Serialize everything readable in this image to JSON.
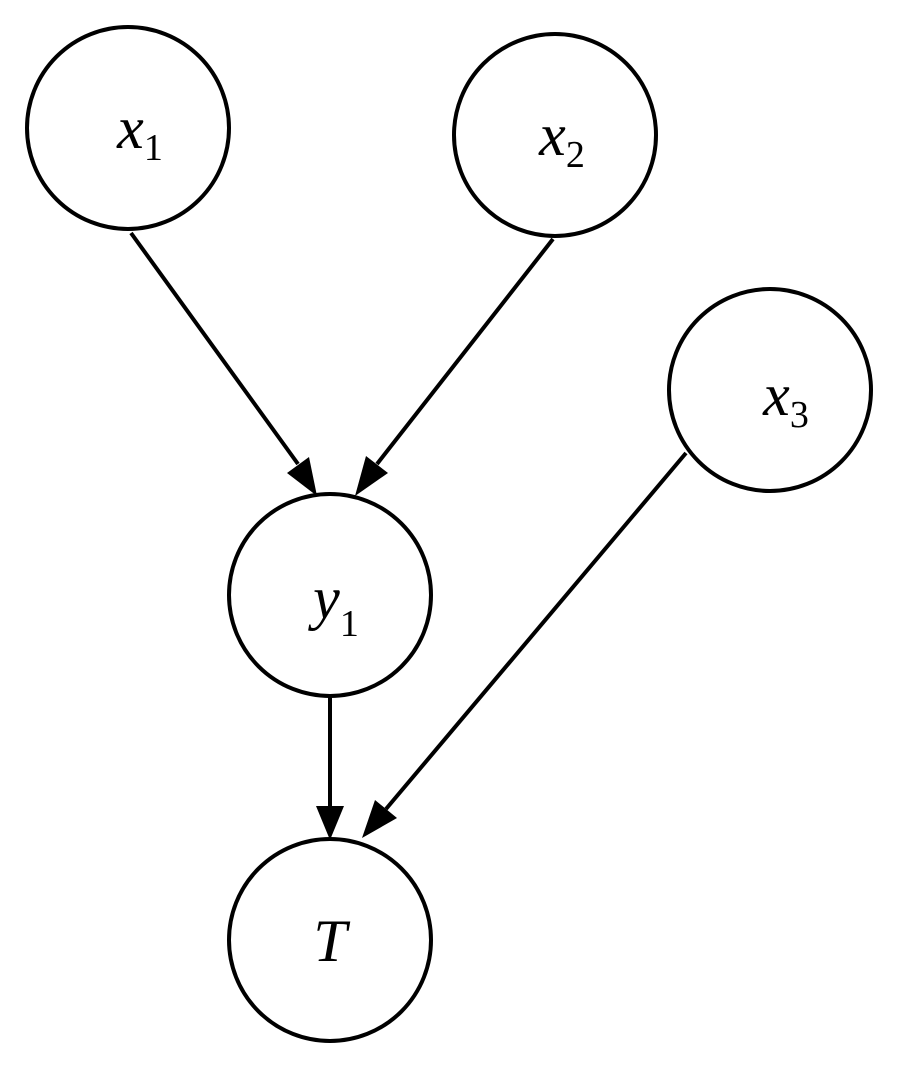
{
  "nodes": {
    "x1": {
      "main": "x",
      "sub": "1"
    },
    "x2": {
      "main": "x",
      "sub": "2"
    },
    "x3": {
      "main": "x",
      "sub": "3"
    },
    "y1": {
      "main": "y",
      "sub": "1"
    },
    "T": {
      "main": "T",
      "sub": ""
    }
  },
  "edges": [
    {
      "from": "x1",
      "to": "y1"
    },
    {
      "from": "x2",
      "to": "y1"
    },
    {
      "from": "y1",
      "to": "T"
    },
    {
      "from": "x3",
      "to": "T"
    }
  ],
  "colors": {
    "stroke": "#000000",
    "background": "#ffffff"
  }
}
